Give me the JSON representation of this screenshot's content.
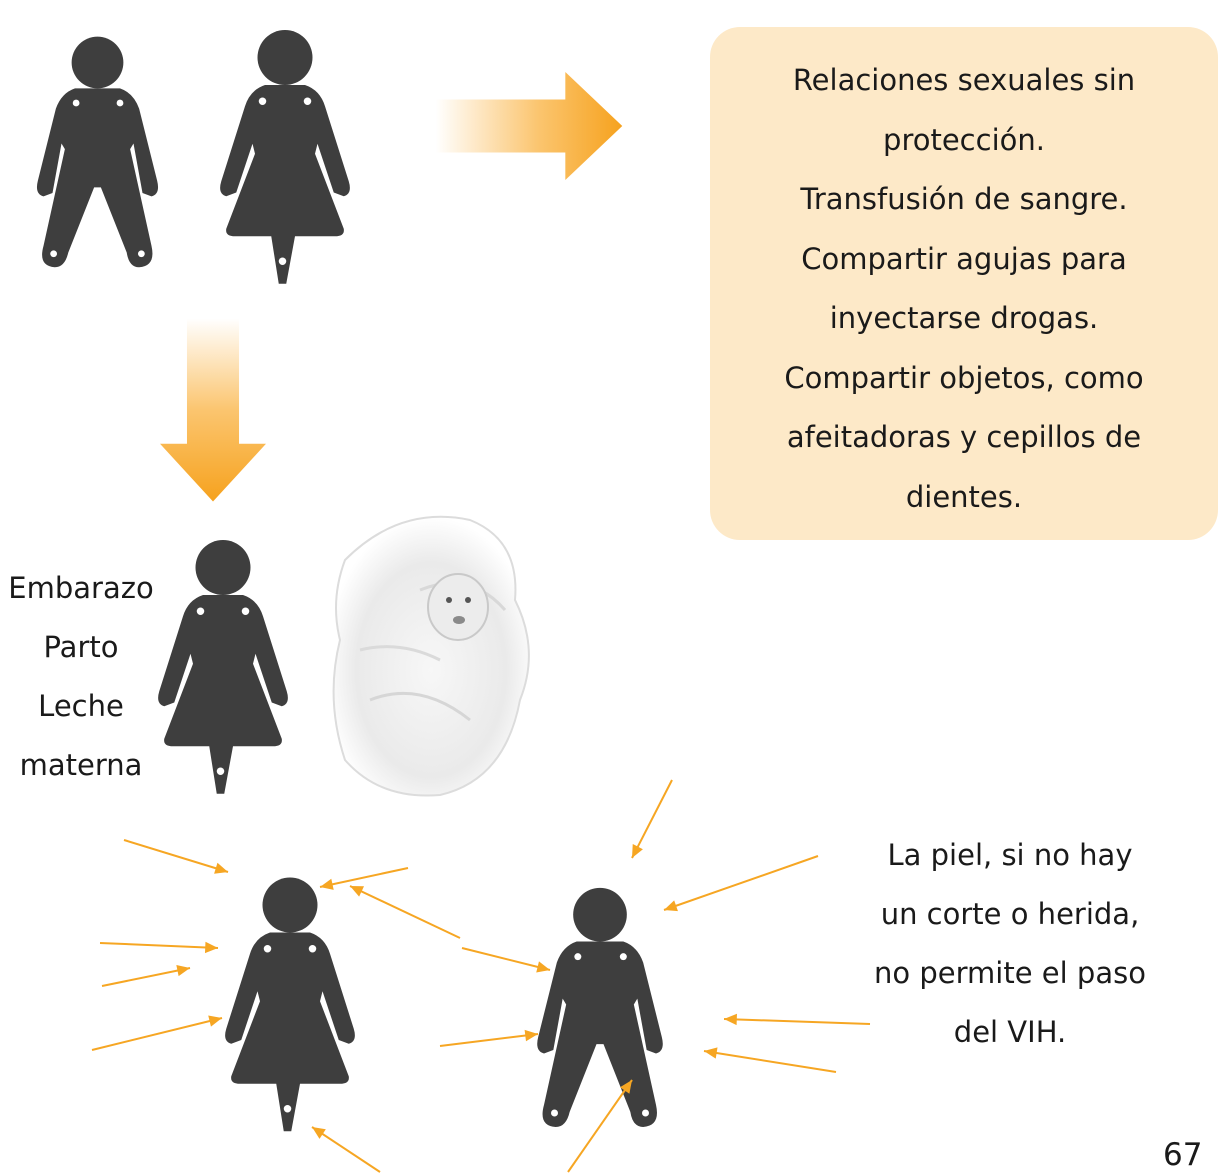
{
  "info_box": {
    "lines": [
      "Relaciones sexuales sin",
      "protección.",
      "Transfusión de sangre.",
      "Compartir agujas para",
      "inyectarse drogas.",
      "Compartir objetos, como",
      "afeitadoras y cepillos de",
      "dientes."
    ]
  },
  "left_labels": [
    "Embarazo",
    "Parto",
    "Leche",
    "materna"
  ],
  "skin_text": {
    "lines": [
      "La piel, si no hay",
      "un corte o herida,",
      "no permite el paso",
      "del VIH."
    ]
  },
  "page_number": "67",
  "colors": {
    "figure": "#3e3e3e",
    "arrow_orange": "#f6a623",
    "box_fill": "#fde9c8"
  },
  "icons": [
    "male-figure-icon",
    "female-figure-icon",
    "baby-photo",
    "big-orange-arrow-icon",
    "small-arrow-icon"
  ]
}
